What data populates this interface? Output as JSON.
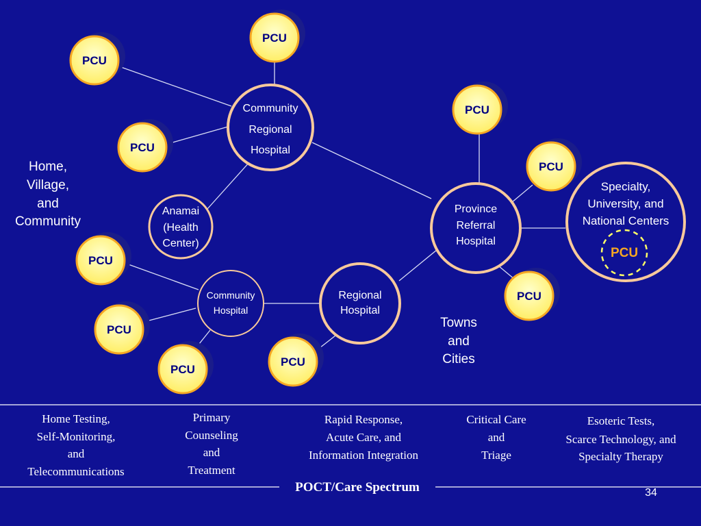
{
  "nodes": {
    "pcu_label": "PCU",
    "community_regional_hospital": [
      "Community",
      "Regional",
      "Hospital"
    ],
    "anamai": [
      "Anamai",
      "(Health",
      "Center)"
    ],
    "province_referral_hospital": [
      "Province",
      "Referral",
      "Hospital"
    ],
    "specialty_centers": [
      "Specialty,",
      "University, and",
      "National Centers"
    ],
    "community_hospital": [
      "Community",
      "Hospital"
    ],
    "regional_hospital": [
      "Regional",
      "Hospital"
    ]
  },
  "area_labels": {
    "home_village": [
      "Home,",
      "Village,",
      "and",
      "Community"
    ],
    "towns_cities": [
      "Towns",
      "and",
      "Cities"
    ]
  },
  "spectrum": {
    "col1": [
      "Home Testing,",
      "Self-Monitoring,",
      "and",
      "Telecommunications"
    ],
    "col2": [
      "Primary",
      "Counseling",
      "and",
      "Treatment"
    ],
    "col3": [
      "Rapid Response,",
      "Acute Care, and",
      "Information Integration"
    ],
    "col4": [
      "Critical Care",
      "and",
      "Triage"
    ],
    "col5": [
      "Esoteric Tests,",
      "Scarce Technology, and",
      "Specialty Therapy"
    ],
    "title": "POCT/Care Spectrum"
  },
  "slide_number": "34",
  "colors": {
    "background": "#0f1194",
    "pcu_fill": "#ffff99",
    "pcu_border": "#f5a623",
    "pcu_text": "#000080",
    "hub_border": "#f8c99b",
    "special_pcu_text": "#f5a623",
    "dashed_ring": "#ffff66"
  }
}
